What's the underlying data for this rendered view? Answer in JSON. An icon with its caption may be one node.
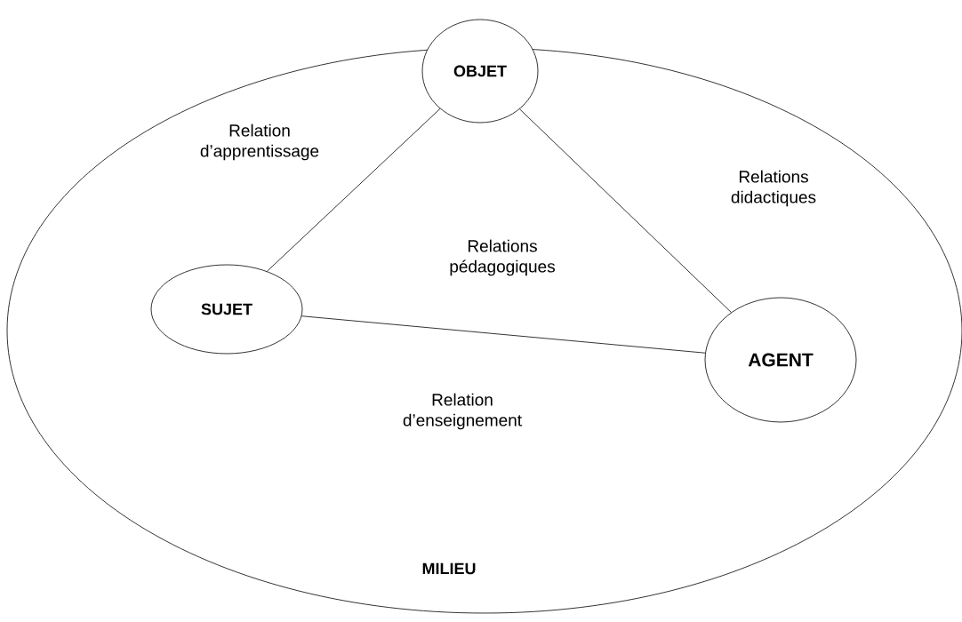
{
  "diagram": {
    "nodes": [
      {
        "text": [
          "MILIEU"
        ]
      },
      {
        "text": [
          "OBJET"
        ],
        "in": 0
      },
      {
        "text": [
          "SUJET"
        ],
        "in": 0
      },
      {
        "text": [
          "AGENT"
        ],
        "in": 0
      }
    ],
    "edges": [
      {
        "from": 2,
        "to": 1,
        "arrow": "none",
        "label": "Relation d’apprentissage"
      },
      {
        "from": 1,
        "to": 3,
        "arrow": "none",
        "label": "Relations didactiques"
      },
      {
        "from": 2,
        "to": 3,
        "arrow": "none",
        "label": "Relation d’enseignement"
      }
    ],
    "labels": [
      "Relations pédagogiques"
    ]
  }
}
